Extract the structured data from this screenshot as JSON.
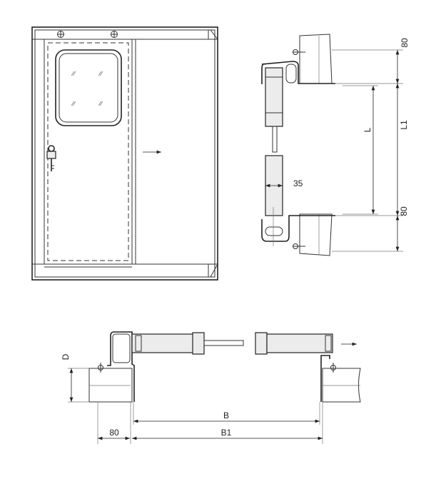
{
  "front_view": {
    "icons": [
      "key-icon",
      "screw-icon",
      "direction-arrow-icon"
    ]
  },
  "side_view": {
    "dim_top": "80",
    "dim_l1": "L1",
    "dim_l": "L",
    "dim_door": "35",
    "dim_bottom": "80"
  },
  "plan_view": {
    "dim_d": "D",
    "dim_b": "B",
    "dim_b1": "B1",
    "dim_frame": "80"
  }
}
